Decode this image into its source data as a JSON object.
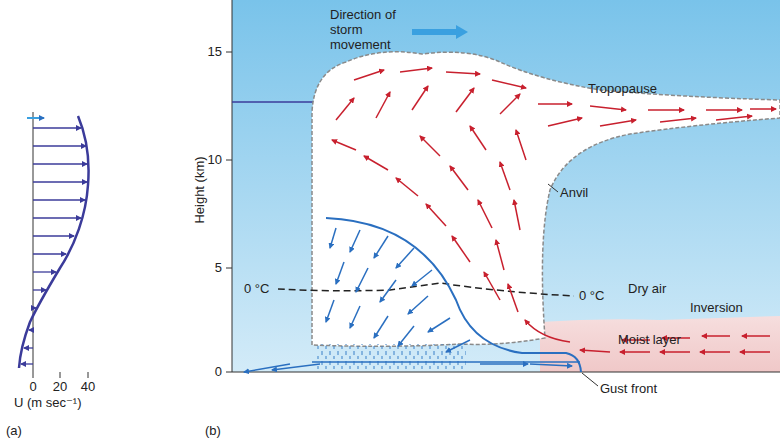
{
  "diagram": {
    "labels": [
      "Direction of storm movement",
      "Tropopause",
      "Anvil",
      "0 °C",
      "0 °C",
      "Dry air",
      "Inversion",
      "Moist layer",
      "Gust front",
      "Height (km)",
      "0",
      "5",
      "10",
      "15",
      "0",
      "20",
      "40",
      "U (m sec⁻¹)",
      "(a)",
      "(b)"
    ]
  }
}
